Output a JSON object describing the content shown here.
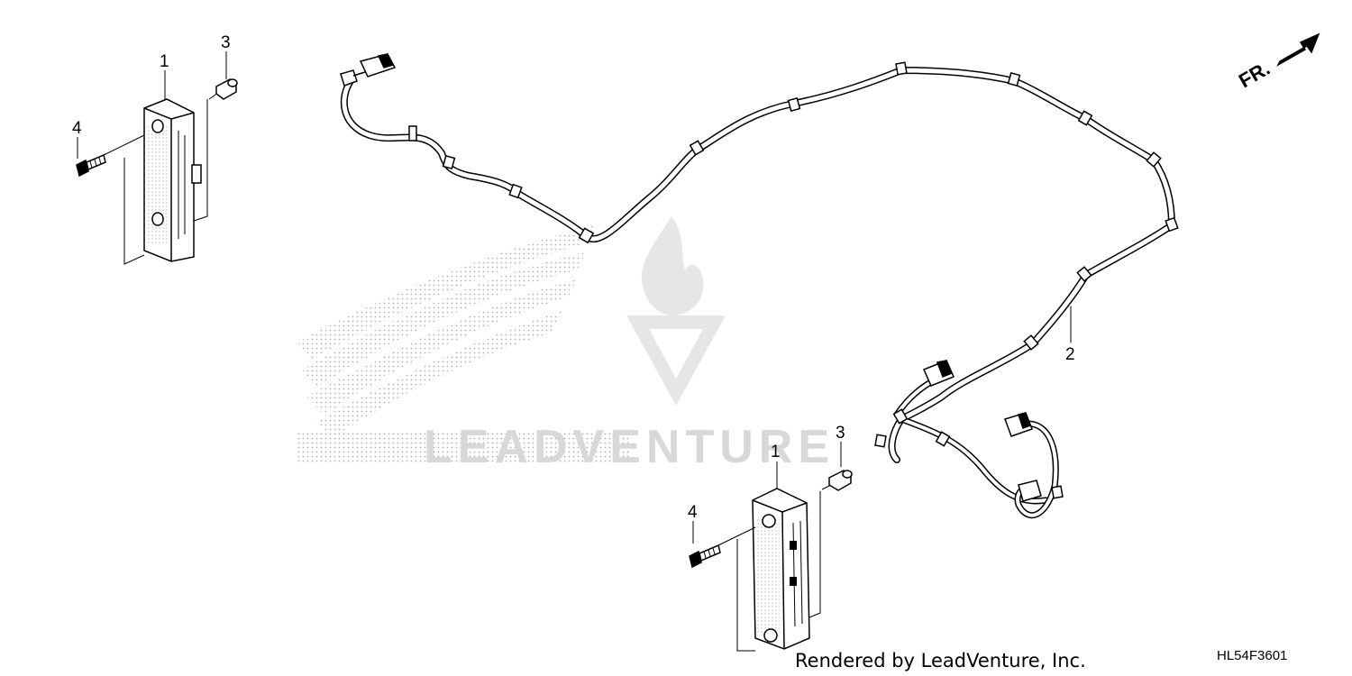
{
  "direction_label": "FR.",
  "footer_text": "Rendered by LeadVenture, Inc.",
  "diagram_code": "HL54F3601",
  "watermark_text": "LEADVENTURE",
  "callouts": [
    "1",
    "3",
    "4",
    "2",
    "1",
    "3",
    "4"
  ],
  "colors": {
    "line": "#000000",
    "watermark": "#d8d8d8",
    "background": "#ffffff"
  }
}
